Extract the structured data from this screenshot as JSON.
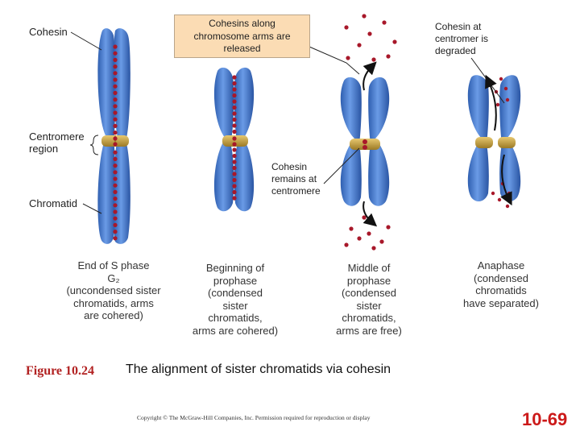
{
  "labels": {
    "cohesin": "Cohesin",
    "centromere_line1": "Centromere",
    "centromere_line2": "region",
    "chromatid": "Chromatid"
  },
  "callout_released": {
    "line1": "Cohesins along",
    "line2": "chromosome arms are",
    "line3": "released"
  },
  "note_degraded": {
    "line1": "Cohesin at",
    "line2": "centromer is",
    "line3": "degraded"
  },
  "note_remains": {
    "line1": "Cohesin",
    "line2": "remains at",
    "line3": "centromere"
  },
  "stages": [
    {
      "lines": [
        "End of S phase",
        "G₂",
        "(uncondensed sister",
        "chromatids, arms",
        "are cohered)"
      ]
    },
    {
      "lines": [
        "Beginning of",
        "prophase",
        "(condensed",
        "sister",
        "chromatids,",
        "arms are cohered)"
      ]
    },
    {
      "lines": [
        "Middle of",
        "prophase",
        "(condensed",
        "sister",
        "chromatids,",
        "arms are free)"
      ]
    },
    {
      "lines": [
        "Anaphase",
        "(condensed",
        "chromatids",
        "have separated)"
      ]
    }
  ],
  "figure": {
    "number": "Figure 10.24",
    "title": "The alignment of sister chromatids via cohesin"
  },
  "copyright": "Copyright © The McGraw-Hill Companies, Inc. Permission required for reproduction or display",
  "slide_number": "10-69",
  "colors": {
    "chromatid_blue": "#4a7fd0",
    "cohesin_red": "#a8182a",
    "centromere_gold": "#c9a447",
    "callout_fill": "#fbdcb4",
    "figure_red": "#b22222"
  }
}
